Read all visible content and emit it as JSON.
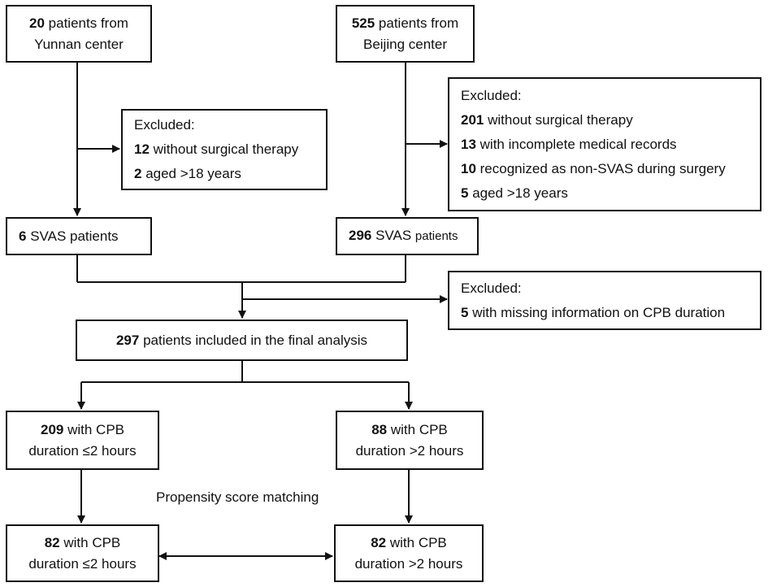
{
  "boxes": {
    "yunnan": {
      "num": "20",
      "line1": " patients from",
      "line2": "Yunnan center"
    },
    "beijing": {
      "num": "525",
      "line1": " patients from",
      "line2": "Beijing center"
    },
    "excluded_yunnan": {
      "title": "Excluded:",
      "items": [
        {
          "num": "12",
          "text": " without surgical therapy"
        },
        {
          "num": "2",
          "text": " aged >18 years"
        }
      ]
    },
    "excluded_beijing": {
      "title": "Excluded:",
      "items": [
        {
          "num": "201",
          "text": " without surgical therapy"
        },
        {
          "num": "13",
          "text": " with incomplete medical records"
        },
        {
          "num": "10",
          "text": " recognized as non-SVAS during surgery"
        },
        {
          "num": "5",
          "text": " aged >18 years"
        }
      ]
    },
    "svas_yunnan": {
      "num": "6",
      "text": " SVAS patients"
    },
    "svas_beijing": {
      "num": "296",
      "text": " SVAS ",
      "text_small": "patients"
    },
    "excluded_cpb": {
      "title": "Excluded:",
      "items": [
        {
          "num": "5",
          "text": " with missing information on CPB duration"
        }
      ]
    },
    "final": {
      "num": "297",
      "text": " patients included in the final analysis"
    },
    "cpb_le2": {
      "num": "209",
      "line1": " with CPB",
      "line2": "duration ≤2 hours"
    },
    "cpb_gt2": {
      "num": "88",
      "line1": " with CPB",
      "line2": "duration >2 hours"
    },
    "matched_le2": {
      "num": "82",
      "line1": " with CPB",
      "line2": "duration ≤2 hours"
    },
    "matched_gt2": {
      "num": "82",
      "line1": " with CPB",
      "line2": "duration >2 hours"
    }
  },
  "labels": {
    "psm": "Propensity score matching"
  }
}
